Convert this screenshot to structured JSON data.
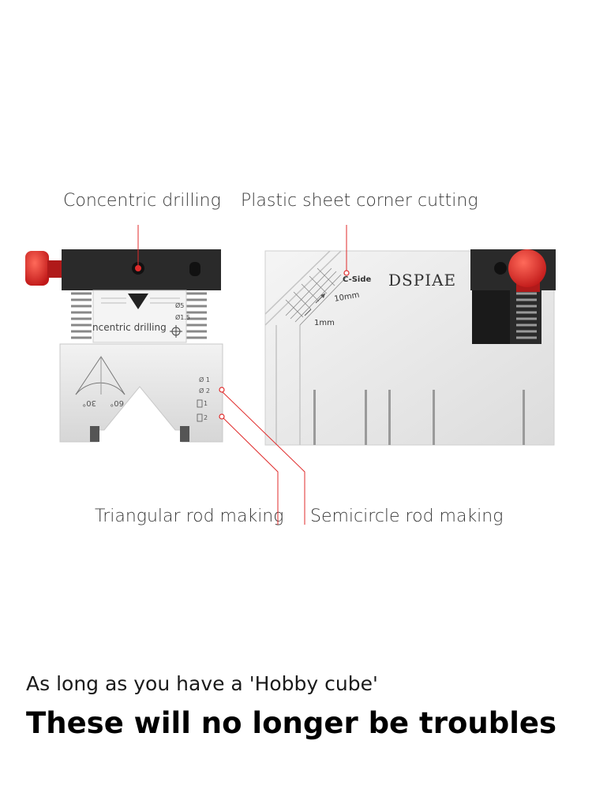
{
  "labels": {
    "concentric": "Concentric drilling",
    "plastic": "Plastic sheet corner cutting",
    "triangular": "Triangular rod making",
    "semicircle": "Semicircle rod making"
  },
  "left_block": {
    "window_text": "ncentric drilling",
    "dia_a": "Ø5",
    "dia_b": "Ø1.5",
    "angle_30": "30°",
    "angle_60": "60°",
    "scale_marks": [
      "Ø 1",
      "Ø 2",
      "1",
      "2"
    ]
  },
  "right_block": {
    "brand": "DSPIAE",
    "c_side": "C-Side",
    "mm10": "10mm",
    "mm1": "1mm"
  },
  "footer": {
    "subtitle": "As long as you have a 'Hobby cube'",
    "headline": "These will no longer be troubles"
  },
  "colors": {
    "accent_red": "#e02b2b",
    "metal": "#e6e6e6",
    "dark": "#2b2b2b"
  }
}
